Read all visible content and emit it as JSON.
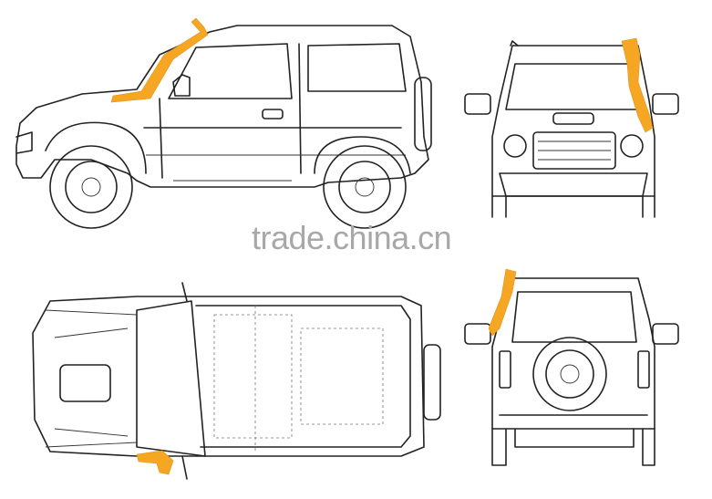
{
  "watermark": "trade.china.cn",
  "views": [
    "side-view",
    "front-view",
    "top-view",
    "rear-view"
  ],
  "colors": {
    "snorkel": "#f5a623",
    "line": "#222222",
    "watermark": "#a8a8a8"
  }
}
